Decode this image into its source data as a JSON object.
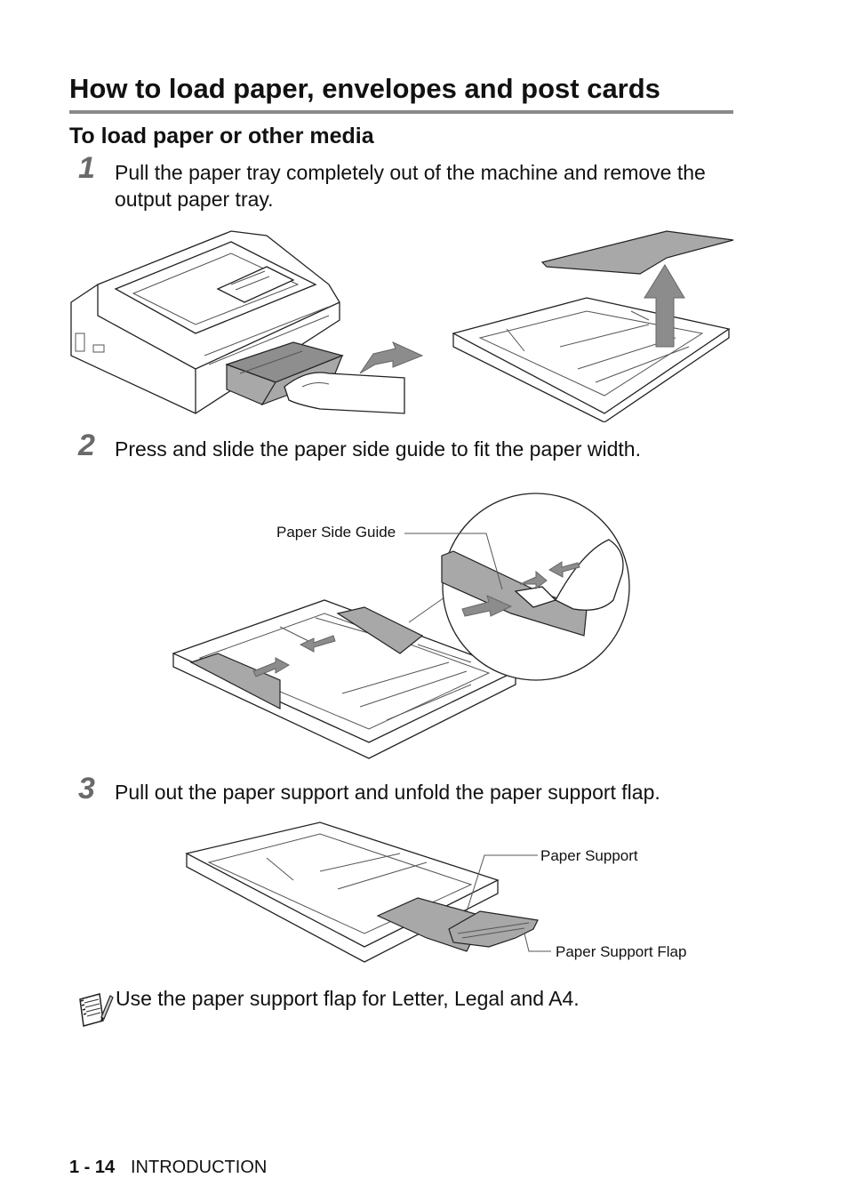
{
  "heading": "How to load paper, envelopes and post cards",
  "subheading": "To load paper or other media",
  "steps": [
    {
      "number": "1",
      "text": "Pull the paper tray completely out of the machine and remove the output paper tray."
    },
    {
      "number": "2",
      "text": "Press and slide the paper side guide to fit the paper width."
    },
    {
      "number": "3",
      "text": "Pull out the paper support and unfold the paper support flap."
    }
  ],
  "callouts": {
    "paper_side_guide": "Paper Side Guide",
    "paper_support": "Paper Support",
    "paper_support_flap": "Paper Support Flap"
  },
  "note": {
    "icon": "note-pad-pencil-icon",
    "text": "Use the paper support flap for Letter, Legal and A4."
  },
  "footer": {
    "page_number": "1 - 14",
    "section": "INTRODUCTION"
  },
  "colors": {
    "rule": "#8a8a8a",
    "step_number": "#6a6a6a",
    "illustration_gray": "#a8a8a8"
  }
}
